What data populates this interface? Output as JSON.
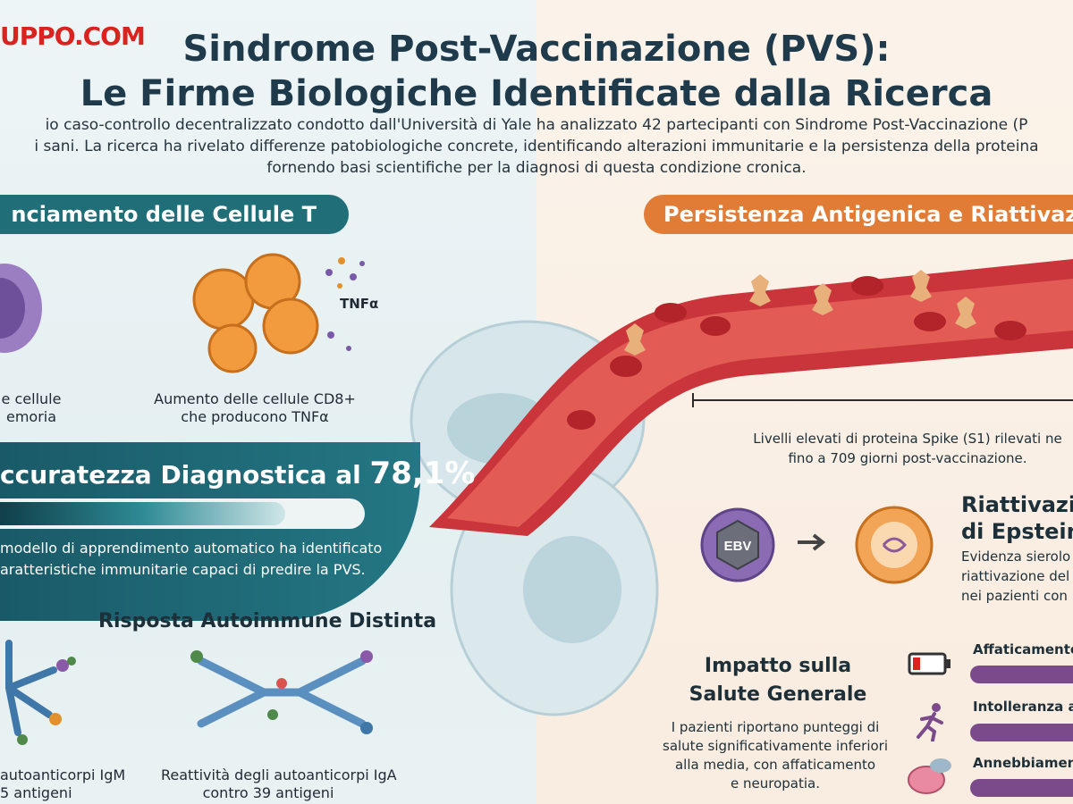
{
  "brand": "UPPO.COM",
  "title": {
    "line1": "Sindrome Post-Vaccinazione (PVS):",
    "line2": "Le Firme Biologiche Identificate dalla Ricerca"
  },
  "intro": {
    "line1": "io caso-controllo decentralizzato condotto dall'Università di Yale ha analizzato 42 partecipanti con Sindrome Post-Vaccinazione (P",
    "line2": "i sani. La ricerca ha rivelato differenze patobiologiche concrete, identificando alterazioni immunitarie e la persistenza della proteina",
    "line3": "fornendo basi scientifiche per la diagnosi di questa condizione cronica."
  },
  "left_section": {
    "tag": "nciamento delle Cellule T",
    "cell1_label_line1": "e cellule",
    "cell1_label_line2": "emoria",
    "cell2_label_line1": "Aumento delle cellule CD8+",
    "cell2_label_line2": "che producono TNFα",
    "tnf_label": "TNFα"
  },
  "accuracy": {
    "title_prefix": "ccuratezza Diagnostica al ",
    "percent": "78,1%",
    "progress": 0.781,
    "desc_line1": "modello di apprendimento automatico ha identificato",
    "desc_line2": "aratteristiche immunitarie capaci di predire la PVS."
  },
  "autoimmune": {
    "heading": "Risposta Autoimmune Distinta",
    "igm_line1": "autoanticorpi IgM",
    "igm_line2": "5 antigeni",
    "iga_line1": "Reattività degli autoanticorpi IgA",
    "iga_line2": "contro 39 antigeni"
  },
  "right_section": {
    "tag": "Persistenza Antigenica e Riattivaz",
    "spike_line1": "Livelli elevati di proteina Spike (S1) rilevati ne",
    "spike_line2": "fino a 709 giorni post-vaccinazione."
  },
  "ebv": {
    "badge": "EBV",
    "title_line1": "Riattivazion",
    "title_line2": "di Epstein-",
    "desc_line1": "Evidenza sierolo",
    "desc_line2": "riattivazione del",
    "desc_line3": "nei pazienti con"
  },
  "impact": {
    "title_line1": "Impatto sulla",
    "title_line2": "Salute Generale",
    "desc_line1": "I pazienti riportano punteggi di",
    "desc_line2": "salute significativamente inferiori",
    "desc_line3": "alla media, con affaticamento",
    "desc_line4": "e neuropatia."
  },
  "symptoms": [
    {
      "label": "Affaticamento",
      "icon": "battery-low-icon"
    },
    {
      "label": "Intolleranza al",
      "icon": "running-person-icon"
    },
    {
      "label": "Annebbiament",
      "icon": "brain-cloud-icon"
    }
  ],
  "colors": {
    "teal": "#1f6e78",
    "orange": "#e07c35",
    "brand_red": "#d8231f",
    "purple": "#7a4a8a"
  }
}
